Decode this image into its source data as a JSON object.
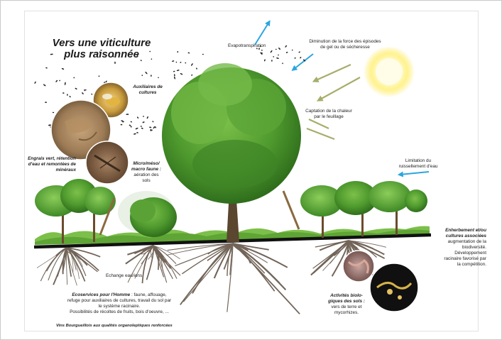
{
  "title": {
    "line1": "Vers une viticulture",
    "line2": "plus raisonnée"
  },
  "labels": {
    "evapotranspiration": "Evapotranspiration",
    "diminution_line1": "Diminution de la force des épisodes",
    "diminution_line2": "de gel ou de sécheresse",
    "captation_line1": "Captation de la chaleur",
    "captation_line2": "par le feuillage",
    "limitation_line1": "Limitation du",
    "limitation_line2": "ruissellement d'eau",
    "auxiliaires_line1": "Auxiliaires de",
    "auxiliaires_line2": "cultures",
    "engrais_line1": "Engrais vert, rétention",
    "engrais_line2": "d'eau et remontées de",
    "engrais_line3": "minéraux",
    "micro_line1": "Micro/méso/",
    "micro_line2": "macro faune :",
    "micro_line3": "aération des",
    "micro_line4": "sols",
    "enherbement_line1": "Enherbement et/ou",
    "enherbement_line2": "cultures associées",
    "enherbement_line3": "augmentation de la",
    "enherbement_line4": "biodiversité.",
    "enherbement_line5": "Développement",
    "enherbement_line6": "racinaire favorisé par",
    "enherbement_line7": "la compétition.",
    "echange": "Echange eau/ions",
    "eco_bold": "Ecoservices pour l'Homme",
    "eco_line1_rest": " : faune, affouage,",
    "eco_line2": "refuge pour auxiliaires de cultures, travail du sol par",
    "eco_line3": "le système racinaire.",
    "eco_line4": "Possibilités de récoltes de fruits, bois d'oeuvre, ...",
    "vins": "Vins Bourgueillois aux qualités organoleptiques renforcées",
    "activites_line1": "Activités biolo-",
    "activites_line2": "giques des sols :",
    "activites_line3": "vers de terre et",
    "activites_line4": "mycorhizes."
  },
  "colors": {
    "blue_arrow": "#2aa6e0",
    "olive_arrow": "#a7ad6a",
    "sun": "#fff7a8",
    "foliage": "#4f9a2e",
    "ground_line": "#111111",
    "roots": "#5a4a3c"
  }
}
